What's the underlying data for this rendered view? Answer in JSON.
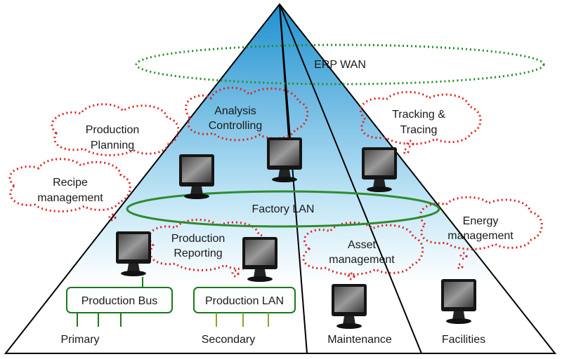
{
  "labels": {
    "erp_wan": "ERP WAN",
    "analysis_controlling": [
      "Analysis",
      "Controlling"
    ],
    "tracking_tracing": [
      "Tracking &",
      "Tracing"
    ],
    "production_planning": [
      "Production",
      "Planning"
    ],
    "recipe_management": [
      "Recipe",
      "management"
    ],
    "factory_lan": "Factory LAN",
    "energy_management": [
      "Energy",
      "management"
    ],
    "production_reporting": [
      "Production",
      "Reporting"
    ],
    "asset_management": [
      "Asset",
      "management"
    ],
    "production_bus": "Production Bus",
    "production_lan": "Production LAN",
    "primary": "Primary",
    "secondary": "Secondary",
    "maintenance": "Maintenance",
    "facilities": "Facilities"
  },
  "colors": {
    "pyramid_top": "#1e90d0",
    "pyramid_bottom": "#ffffff",
    "network_green": "#2e8b2e",
    "dotted_green": "#1f8f1f",
    "cloud_red": "#e02020",
    "bus_green": "#1a7a1a",
    "lan_khaki": "#9a9a2a"
  },
  "icons": {
    "computer": "monitor-icon"
  }
}
